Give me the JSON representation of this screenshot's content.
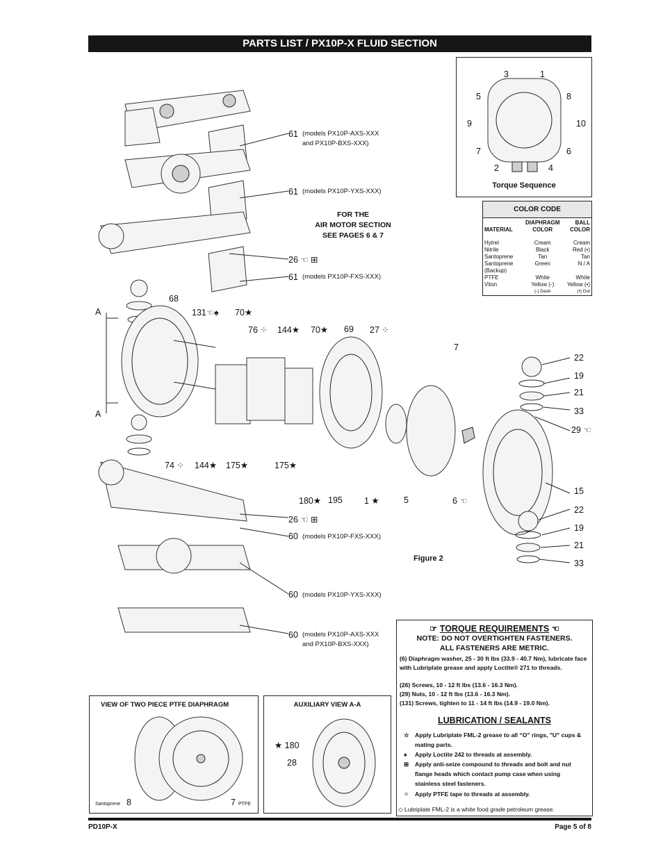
{
  "header": {
    "title": "PARTS LIST / PX10P-X FLUID SECTION"
  },
  "torque_sequence": {
    "numbers": [
      "3",
      "1",
      "5",
      "8",
      "9",
      "10",
      "7",
      "6",
      "2",
      "4"
    ],
    "caption": "Torque Sequence"
  },
  "color_code": {
    "title": "COLOR CODE",
    "col_material": "MATERIAL",
    "col_diaphragm": "DIAPHRAGM COLOR",
    "col_ball": "BALL COLOR",
    "rows": [
      {
        "material": "Hytrel",
        "diaphragm": "Cream",
        "ball": "Cream"
      },
      {
        "material": "Nitrile",
        "diaphragm": "Black",
        "ball": "Red (•)"
      },
      {
        "material": "Santoprene",
        "diaphragm": "Tan",
        "ball": "Tan"
      },
      {
        "material": "Santoprene (Backup)",
        "diaphragm": "Green",
        "ball": "N / A"
      },
      {
        "material": "PTFE",
        "diaphragm": "White",
        "ball": "White"
      },
      {
        "material": "Viton",
        "diaphragm": "Yellow (-)",
        "ball": "Yellow (•)"
      }
    ],
    "note_dash": "(-) Dash",
    "note_dot": "(•) Dot"
  },
  "note_air": {
    "line1": "FOR THE",
    "line2": "AIR MOTOR SECTION",
    "line3": "SEE PAGES 6 & 7"
  },
  "callouts": {
    "c61a_num": "61",
    "c61a_l1": "(models PX10P-AXS-XXX",
    "c61a_l2": "and PX10P-BXS-XXX)",
    "c61b_num": "61",
    "c61b_text": "(models PX10P-YXS-XXX)",
    "c26a": "26 ☜ ⊞",
    "c61c_num": "61",
    "c61c_text": "(models PX10P-FXS-XXX)",
    "c68": "68",
    "c131": "131☜♠",
    "c70a": "70★",
    "c76": "76 ⁘",
    "c144a": "144★",
    "c70b": "70★",
    "c69": "69",
    "c27": "27 ⁘",
    "c7": "7",
    "c22a": "22",
    "c19a": "19",
    "c21a": "21",
    "c33a": "33",
    "c29": "29 ☜",
    "cA1": "A",
    "cA2": "A",
    "c74": "74 ⁘",
    "c144b": "144★",
    "c175a": "175★",
    "c175b": "175★",
    "c180": "180★",
    "c195": "195",
    "c1": "1 ★",
    "c5": "5",
    "c6": "6 ☜",
    "c15": "15",
    "c22b": "22",
    "c19b": "19",
    "c21b": "21",
    "c33b": "33",
    "c26b": "26 ☜ ⊞",
    "c60a_num": "60",
    "c60a_text": "(models PX10P-FXS-XXX)",
    "c60b_num": "60",
    "c60b_text": "(models PX10P-YXS-XXX)",
    "c60c_num": "60",
    "c60c_l1": "(models PX10P-AXS-XXX",
    "c60c_l2": "and PX10P-BXS-XXX)",
    "figure": "Figure 2"
  },
  "torque_req": {
    "heading": "TORQUE REQUIREMENTS",
    "note1": "NOTE: DO NOT OVERTIGHTEN FASTENERS.",
    "note2": "ALL FASTENERS ARE METRIC.",
    "items": [
      "(6) Diaphragm washer, 25 - 30 ft lbs (33.9 - 40.7 Nm), lubricate face with Lubriplate grease and apply Loctite® 271 to threads.",
      "(26) Screws, 10 - 12 ft lbs (13.6 - 16.3 Nm).",
      "(29) Nuts, 10 - 12 ft lbs (13.6 - 16.3 Nm).",
      "(131) Screws, tighten to 11 - 14 ft lbs (14.9 - 19.0 Nm)."
    ]
  },
  "lubrication": {
    "heading": "LUBRICATION / SEALANTS",
    "items": [
      {
        "sym": "☆",
        "text": "Apply Lubriplate FML-2 grease to all “O” rings, \"U\" cups & mating parts."
      },
      {
        "sym": "♠",
        "text": "Apply Loctite 242 to threads at assembly."
      },
      {
        "sym": "⊞",
        "text": "Apply anti-seize compound to threads and bolt and nut flange heads which contact pump case when using stainless steel fasteners."
      },
      {
        "sym": "⁘",
        "text": "Apply PTFE tape to threads at assembly."
      }
    ],
    "footnote": "◇ Lubriplate FML-2 is a white food grade petroleum grease."
  },
  "ptfe_view": {
    "title": "VIEW OF TWO PIECE PTFE DIAPHRAGM",
    "label8_small": "Santoprene",
    "label8": "8",
    "label7": "7",
    "label7_small": "PTFE"
  },
  "aux_view": {
    "title": "AUXILIARY VIEW A-A",
    "c180": "★ 180",
    "c28": "28"
  },
  "footer": {
    "left": "PD10P-X",
    "right": "Page 5 of 8"
  }
}
